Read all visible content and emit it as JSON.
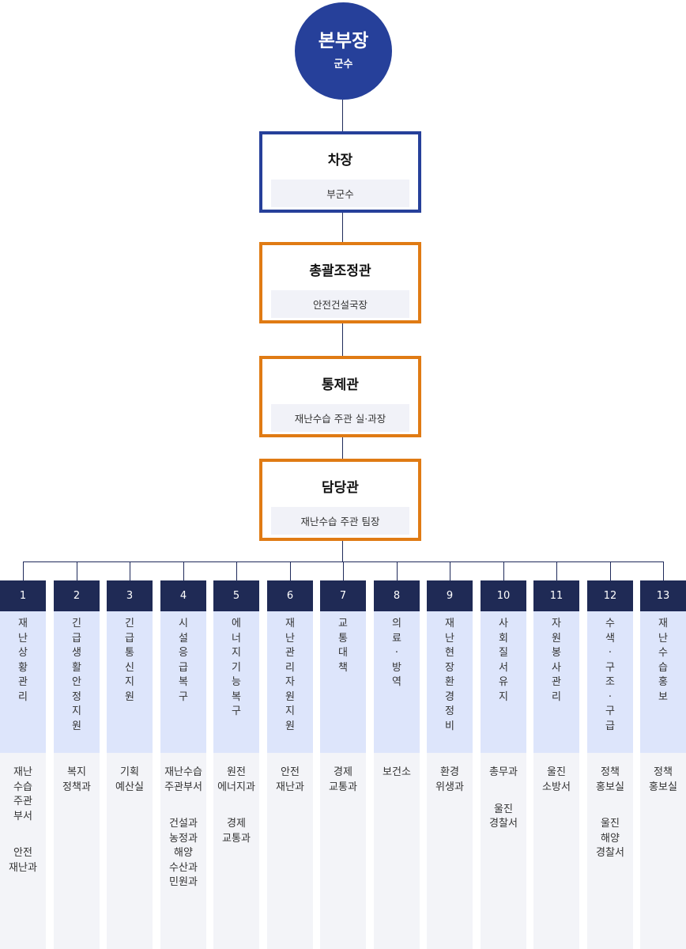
{
  "top": {
    "title": "본부장",
    "subtitle": "군수"
  },
  "levels": [
    {
      "title": "차장",
      "subtitle": "부군수"
    },
    {
      "title": "총괄조정관",
      "subtitle": "안전건설국장"
    },
    {
      "title": "통제관",
      "subtitle": "재난수습 주관 실·과장"
    },
    {
      "title": "담당관",
      "subtitle": "재난수습 주관 팀장"
    }
  ],
  "columns": [
    {
      "number": "1",
      "task": "재난상황관리",
      "depts": [
        "재난\n수습\n주관\n부서",
        "안전\n재난과"
      ]
    },
    {
      "number": "2",
      "task": "긴급생활안정지원",
      "depts": [
        "복지\n정책과"
      ]
    },
    {
      "number": "3",
      "task": "긴급통신지원",
      "depts": [
        "기획\n예산실"
      ]
    },
    {
      "number": "4",
      "task": "시설응급복구",
      "depts": [
        "재난수습\n주관부서",
        "건설과\n농정과\n해양\n수산과\n민원과"
      ]
    },
    {
      "number": "5",
      "task": "에너지기능복구",
      "depts": [
        "원전\n에너지과",
        "경제\n교통과"
      ]
    },
    {
      "number": "6",
      "task": "재난관리자원지원",
      "depts": [
        "안전\n재난과"
      ]
    },
    {
      "number": "7",
      "task": "교통대책",
      "depts": [
        "경제\n교통과"
      ]
    },
    {
      "number": "8",
      "task": "의료·방역",
      "depts": [
        "보건소"
      ]
    },
    {
      "number": "9",
      "task": "재난현장환경정비",
      "depts": [
        "환경\n위생과"
      ]
    },
    {
      "number": "10",
      "task": "사회질서유지",
      "depts": [
        "총무과",
        "울진\n경찰서"
      ]
    },
    {
      "number": "11",
      "task": "자원봉사관리",
      "depts": [
        "울진\n소방서"
      ]
    },
    {
      "number": "12",
      "task": "수색·구조·구급",
      "depts": [
        "정책\n홍보실",
        "울진\n해양\n경찰서"
      ]
    },
    {
      "number": "13",
      "task": "재난수습홍보",
      "depts": [
        "정책\n홍보실"
      ]
    }
  ]
}
